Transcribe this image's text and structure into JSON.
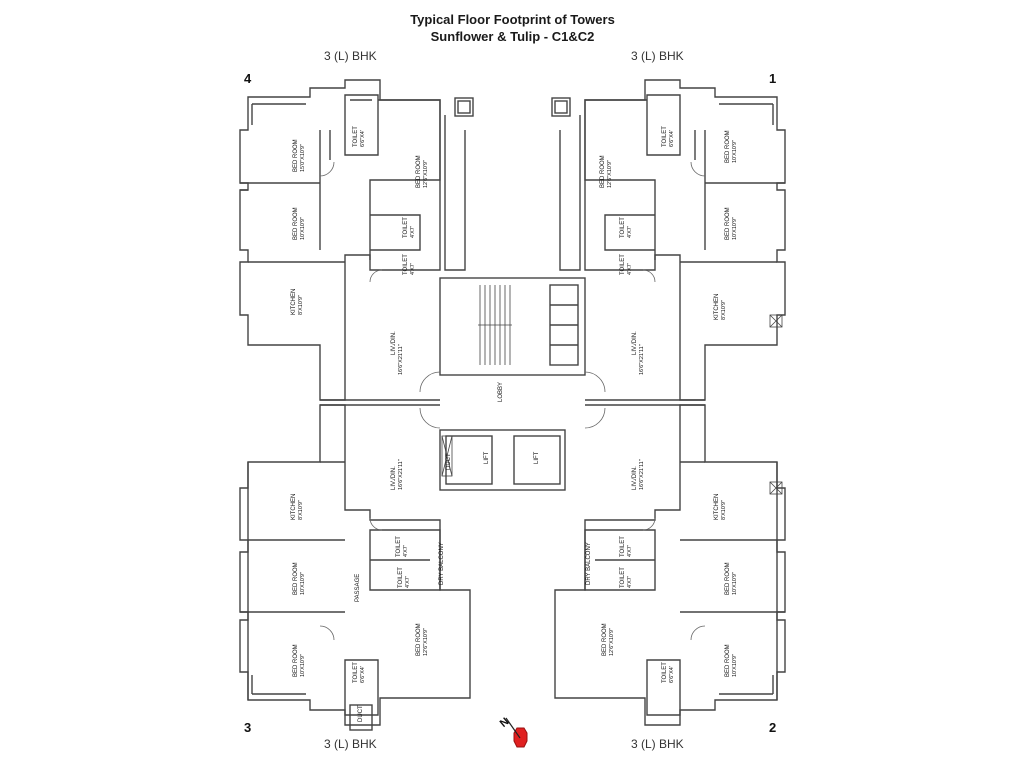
{
  "title_line1": "Typical Floor Footprint of Towers",
  "title_line2": "Sunflower &  Tulip - C1&C2",
  "flats": [
    {
      "number": "4",
      "type": "3 (L) BHK"
    },
    {
      "number": "1",
      "type": "3 (L) BHK"
    },
    {
      "number": "3",
      "type": "3 (L) BHK"
    },
    {
      "number": "2",
      "type": "3 (L) BHK"
    }
  ],
  "rooms": {
    "bed_room_a": "BED ROOM",
    "bed_room_a_size": "15'0\"X10'9\"",
    "bed_room_b": "BED ROOM",
    "bed_room_b_size": "10'X10'9\"",
    "bed_room_c": "BED ROOM",
    "bed_room_c_size": "12'6\"X10'9\"",
    "toilet": "TOILET",
    "toilet_size_a": "6'6\"X4'",
    "toilet_size_b": "4'X7'",
    "kitchen": "KITCHEN",
    "kitchen_size": "8'X10'9\"",
    "liv_din": "LIV./DIN.",
    "liv_din_size": "16'6\"X21'11\"",
    "lobby": "LOBBY",
    "lift": "LIFT",
    "duct": "DUCT",
    "dry_balcony": "DRY BALCONY",
    "passage": "PASSAGE",
    "bed_room_2": "BED ROOM",
    "bed_room_2_size": "10'X10'9\""
  },
  "compass_label": "N",
  "colors": {
    "wall": "#444444",
    "compass": "#e02020"
  }
}
